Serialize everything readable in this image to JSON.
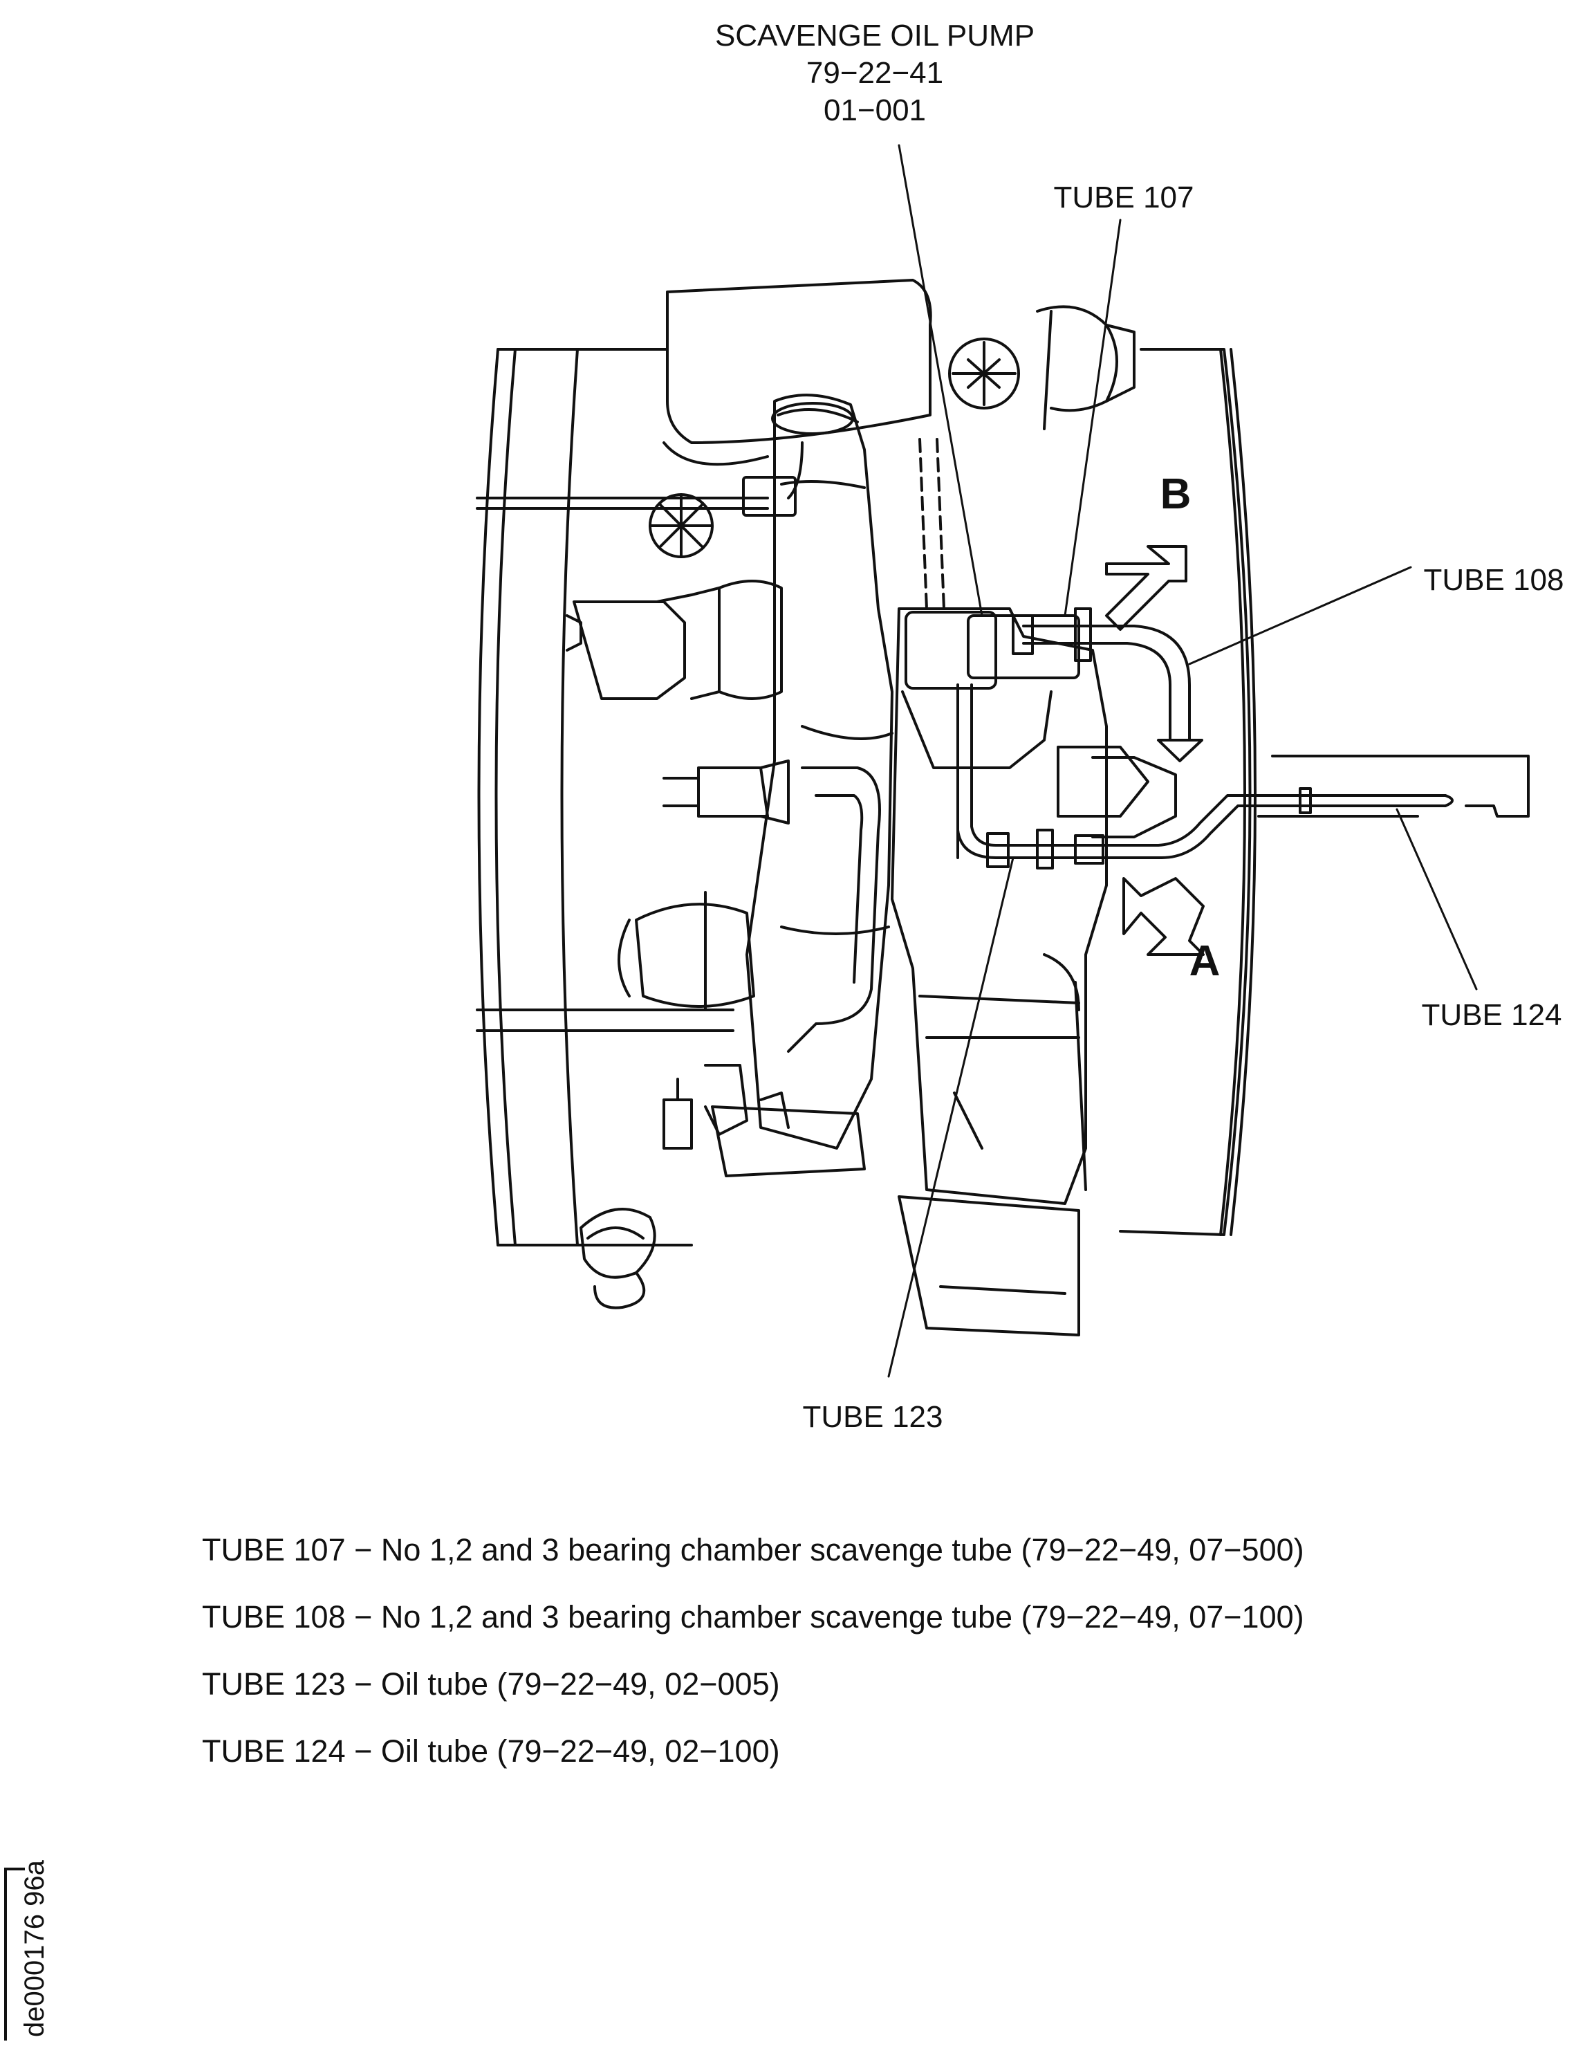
{
  "callouts": {
    "pump_title": "SCAVENGE OIL PUMP",
    "pump_ref1": "79−22−41",
    "pump_ref2": "01−001",
    "tube107": "TUBE 107",
    "tube108": "TUBE 108",
    "tube123": "TUBE 123",
    "tube124": "TUBE 124",
    "view_a": "A",
    "view_b": "B"
  },
  "legend": [
    {
      "tube": "TUBE 107",
      "desc": " − No 1,2 and 3 bearing chamber scavenge tube (79−22−49, 07−500)"
    },
    {
      "tube": "TUBE 108",
      "desc": " − No 1,2 and 3 bearing chamber scavenge tube (79−22−49, 07−100)"
    },
    {
      "tube": "TUBE 123",
      "desc": " − Oil tube (79−22−49, 02−005)"
    },
    {
      "tube": "TUBE 124",
      "desc": " − Oil tube (79−22−49, 02−100)"
    }
  ],
  "document_id": "de000176 96a"
}
